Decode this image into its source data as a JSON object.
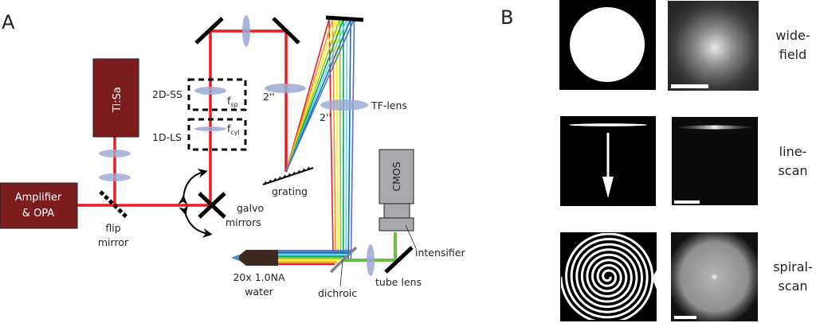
{
  "panels": {
    "a": {
      "label": "A",
      "components": {
        "amplifier_line1": "Amplifier",
        "amplifier_line2": "& OPA",
        "tisa": "Ti:Sa",
        "flip_mirror_line1": "flip",
        "flip_mirror_line2": "mirror",
        "galvo_line1": "galvo",
        "galvo_line2": "mirrors",
        "mode_2d": "2D-SS",
        "mode_1d": "1D-LS",
        "f_sp_main": "f",
        "f_sp_sub": "sp",
        "f_cyl_main": "f",
        "f_cyl_sub": "cyl",
        "lens_2in_a": "2''",
        "lens_2in_b": "2''",
        "tf_lens": "TF-lens",
        "grating": "grating",
        "cmos": "CMOS",
        "intensifier": "intensifier",
        "tube_lens": "tube lens",
        "dichroic": "dichroic",
        "objective_line1": "20x 1.0NA",
        "objective_line2": "water"
      },
      "colors": {
        "laser": "#ed1c24",
        "source_box": "#7b1c1f",
        "lens": "#9aa9d4",
        "mirror": "#000000",
        "camera": "#a7a9ac",
        "emission": "#6abd45",
        "objective": "#3d2b23",
        "spectrum": [
          "#ed1c24",
          "#f7941d",
          "#fff200",
          "#8dc63f",
          "#00a651",
          "#6dcff6",
          "#0072bc",
          "#5b6fc7"
        ]
      }
    },
    "b": {
      "label": "B",
      "rows": [
        {
          "label_line1": "wide-",
          "label_line2": "field",
          "pattern": "disk"
        },
        {
          "label_line1": "line-",
          "label_line2": "scan",
          "pattern": "line"
        },
        {
          "label_line1": "spiral-",
          "label_line2": "scan",
          "pattern": "spiral"
        }
      ]
    }
  }
}
